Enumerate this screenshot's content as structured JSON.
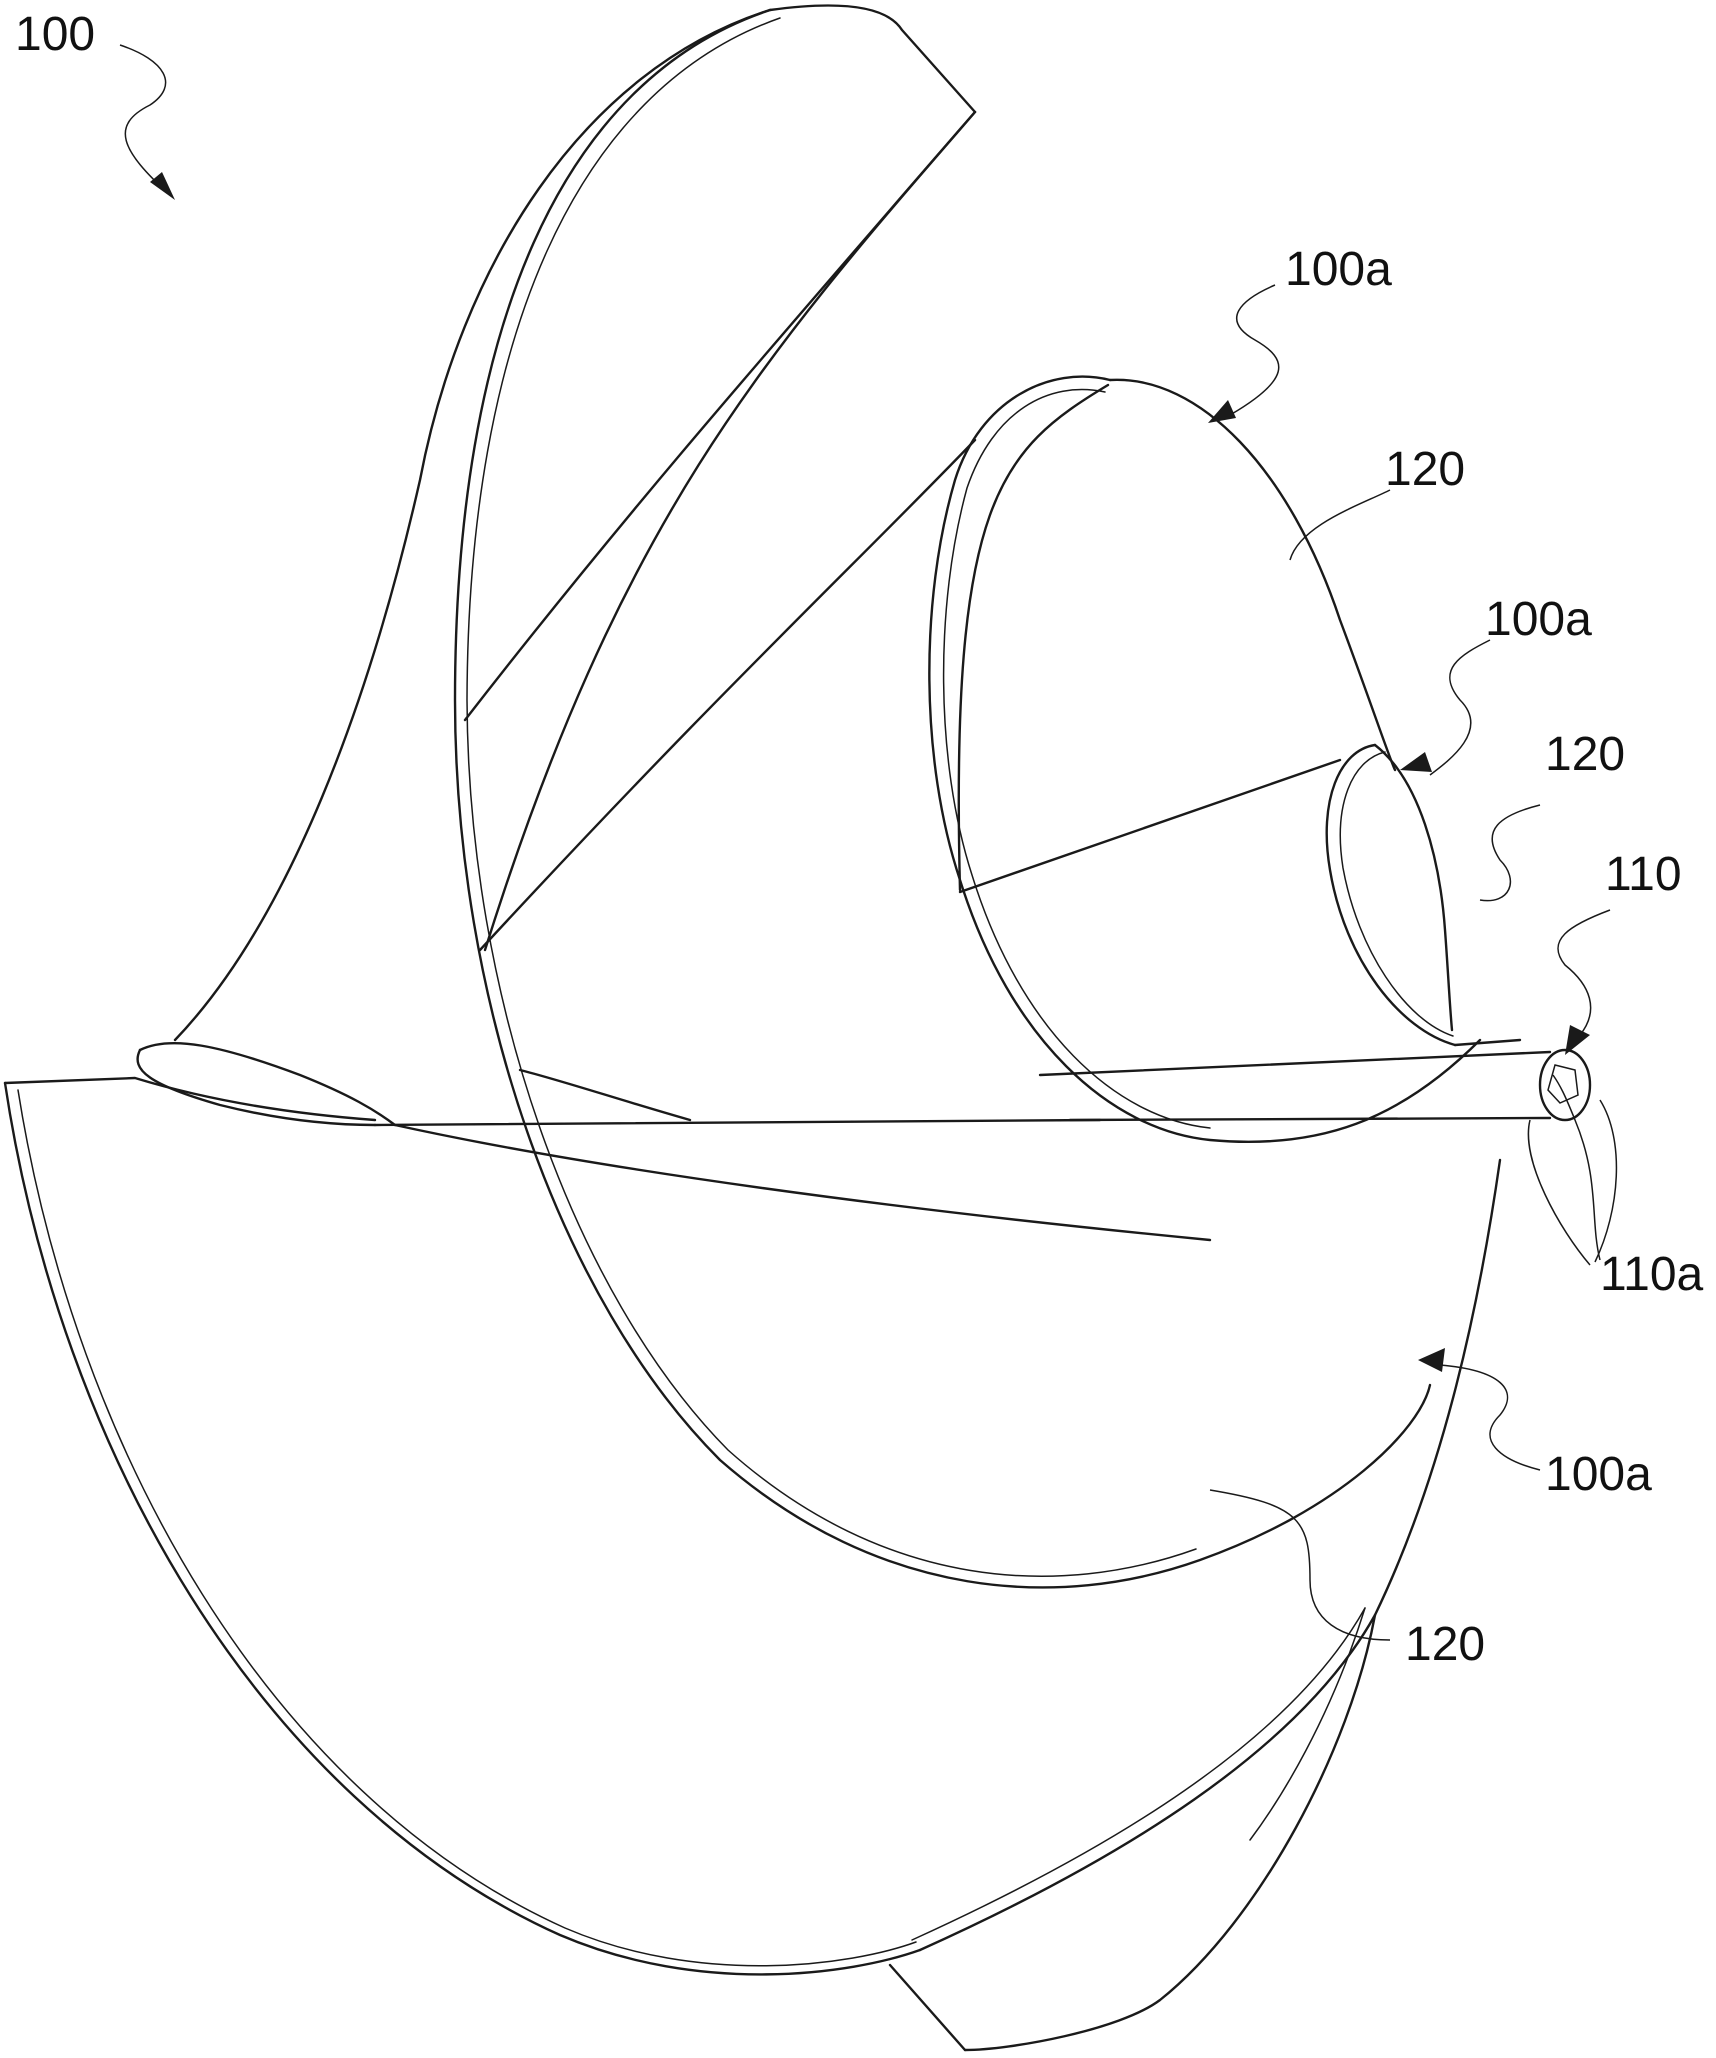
{
  "figure": {
    "labels": {
      "device": "100",
      "blade_top": "100a",
      "blade_middle": "100a",
      "blade_bottom": "100a",
      "surface_top": "120",
      "surface_middle": "120",
      "surface_bottom": "120",
      "shaft": "110",
      "shaft_end": "110a"
    },
    "colors": {
      "line": "#1a1a1a",
      "background": "#ffffff"
    }
  }
}
